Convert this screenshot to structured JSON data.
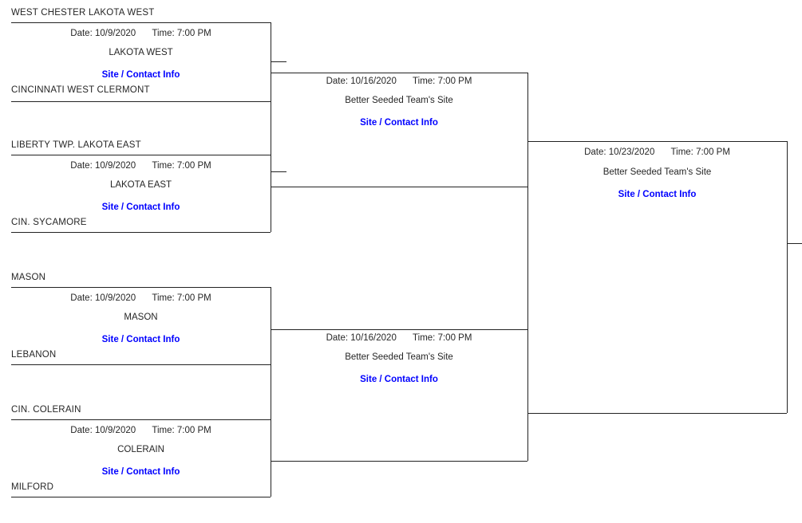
{
  "bracket": {
    "link_label": "Site / Contact Info",
    "tbd_site_label": "Better Seeded Team's Site",
    "date_prefix": "Date:",
    "time_prefix": "Time:",
    "link_color": "#0000ff",
    "line_color": "#222222",
    "rounds": [
      {
        "name": "round-1",
        "matches": [
          {
            "top_team": "WEST CHESTER LAKOTA WEST",
            "bottom_team": "CINCINNATI WEST CLERMONT",
            "date": "10/9/2020",
            "time": "7:00 PM",
            "site": "LAKOTA WEST",
            "link": "Site / Contact Info"
          },
          {
            "top_team": "LIBERTY TWP. LAKOTA EAST",
            "bottom_team": "CIN. SYCAMORE",
            "date": "10/9/2020",
            "time": "7:00 PM",
            "site": "LAKOTA EAST",
            "link": "Site / Contact Info"
          },
          {
            "top_team": "MASON",
            "bottom_team": "LEBANON",
            "date": "10/9/2020",
            "time": "7:00 PM",
            "site": "MASON",
            "link": "Site / Contact Info"
          },
          {
            "top_team": "CIN. COLERAIN",
            "bottom_team": "MILFORD",
            "date": "10/9/2020",
            "time": "7:00 PM",
            "site": "COLERAIN",
            "link": "Site / Contact Info"
          }
        ]
      },
      {
        "name": "round-2",
        "matches": [
          {
            "top_team": "",
            "bottom_team": "",
            "date": "10/16/2020",
            "time": "7:00 PM",
            "site": "Better Seeded Team's Site",
            "link": "Site / Contact Info"
          },
          {
            "top_team": "",
            "bottom_team": "",
            "date": "10/16/2020",
            "time": "7:00 PM",
            "site": "Better Seeded Team's Site",
            "link": "Site / Contact Info"
          }
        ]
      },
      {
        "name": "round-3",
        "matches": [
          {
            "top_team": "",
            "bottom_team": "",
            "date": "10/23/2020",
            "time": "7:00 PM",
            "site": "Better Seeded Team's Site",
            "link": "Site / Contact Info"
          }
        ]
      }
    ]
  }
}
